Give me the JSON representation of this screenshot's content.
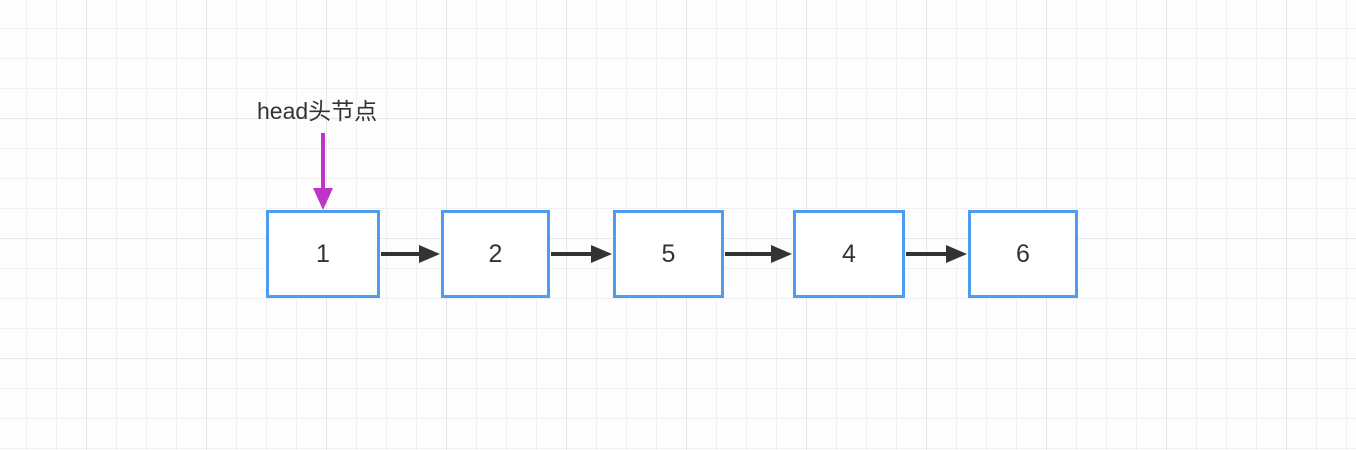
{
  "canvas": {
    "background_color": "#fdfdfe",
    "grid_minor_color": "#f1f1f4",
    "grid_major_color": "#e6e6eb"
  },
  "diagram": {
    "type": "singly-linked-list",
    "head": {
      "label": "head头节点",
      "pointer_color": "#bc35c7"
    },
    "node_border_color": "#4d9cf0",
    "node_fill_color": "#ffffff",
    "connector_color": "#333333",
    "nodes": [
      {
        "value": "1"
      },
      {
        "value": "2"
      },
      {
        "value": "5"
      },
      {
        "value": "4"
      },
      {
        "value": "6"
      }
    ]
  }
}
